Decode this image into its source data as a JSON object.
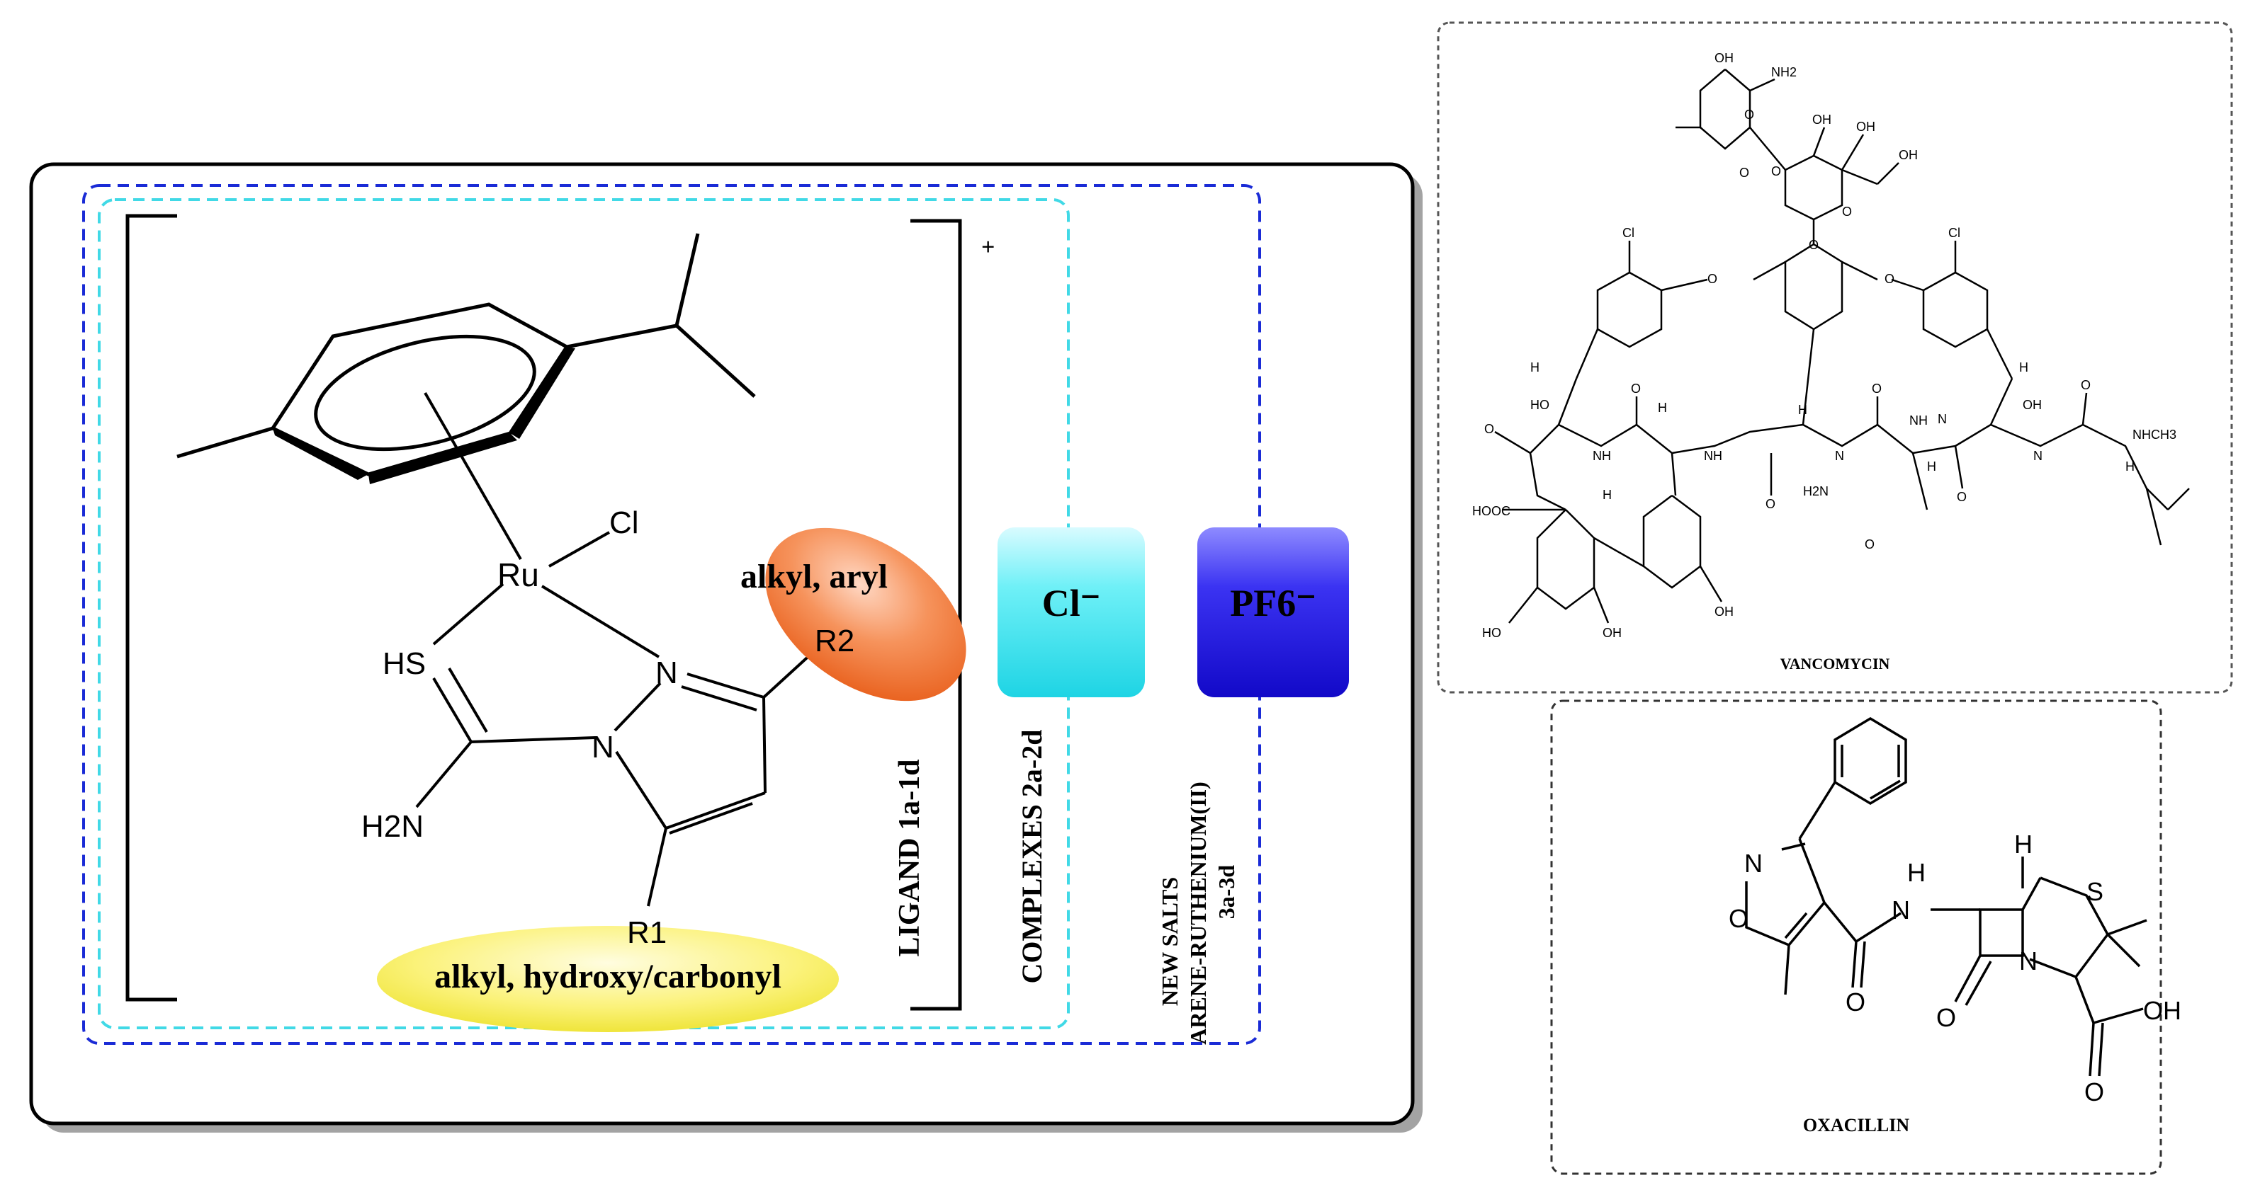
{
  "main_panel": {
    "charge": "+",
    "atoms": {
      "ru": "Ru",
      "cl": "Cl",
      "hs": "HS",
      "n_ring": "N",
      "n_ring2": "N",
      "h2n": "H2N",
      "r2": "R2",
      "r1": "R1"
    },
    "labels": {
      "r2_group": "alkyl, aryl",
      "r1_group": "alkyl, hydroxy/carbonyl",
      "ligand": "LIGAND 1a-1d",
      "complexes": "COMPLEXES 2a-2d",
      "new_salts_line1": "NEW SALTS",
      "new_salts_line2": "ARENE-RUTHENIUM(II)",
      "new_salts_line3": "3a-3d"
    },
    "counter_ions": {
      "chloride": "Cl⁻",
      "hexafluorophosphate": "PF6⁻"
    }
  },
  "vancomycin": {
    "name": "VANCOMYCIN",
    "atoms": {
      "oh_sugar_top": "OH",
      "nh2_sugar": "NH2",
      "oh_glc_1": "OH",
      "oh_glc_2": "OH",
      "oh_glc_3": "OH",
      "o_glc_ring": "O",
      "o_ring_1": "O",
      "o_link": "O",
      "o_link_2": "O",
      "o_glc_link": "O",
      "cl_left": "Cl",
      "cl_right": "Cl",
      "o_ether_left": "O",
      "o_ether_right": "O",
      "h_left": "H",
      "ho_left": "HO",
      "h_right": "H",
      "oh_right": "OH",
      "o_amide_1": "O",
      "nh_1": "NH",
      "nh_2": "NH",
      "h_1": "H",
      "h_2": "H",
      "o_amide_2": "O",
      "o_amide_3": "O",
      "n_1": "N",
      "n_2": "N",
      "n_3": "N",
      "o_amide_4": "O",
      "o_amide_5": "O",
      "h_3": "H",
      "h_4": "H",
      "nh_3": "NH",
      "nhch3": "NHCH3",
      "o_amide_6": "O",
      "hooc": "HOOC",
      "h_5": "H",
      "h2n": "H2N",
      "o_amide_7": "O",
      "ho_bottom_1": "HO",
      "oh_bottom_1": "OH",
      "oh_bottom_2": "OH"
    }
  },
  "oxacillin": {
    "name": "OXACILLIN",
    "atoms": {
      "n_isox": "N",
      "o_isox": "O",
      "h_nh": "H",
      "n_amide": "N",
      "h_bridge": "H",
      "s": "S",
      "o_amide": "O",
      "o_lactam": "O",
      "n_lactam": "N",
      "oh_acid": "OH",
      "o_acid": "O"
    }
  },
  "colors": {
    "main_border": "#000000",
    "shadow": "#a0a0a0",
    "blue_dash": "#1a2bd6",
    "cyan_dash": "#41d9e6",
    "cl_box": "#38e6f0",
    "pf6_box": "#1a14d9",
    "r2_blob": "#f06a2a",
    "r1_blob": "#f3ea3a"
  }
}
